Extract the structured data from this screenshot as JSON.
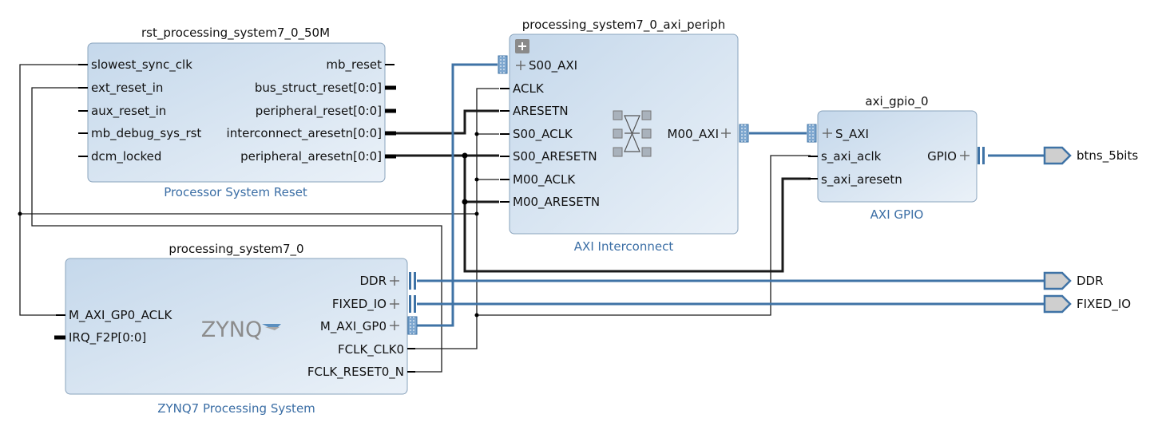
{
  "blocks": {
    "rst": {
      "instance": "rst_processing_system7_0_50M",
      "type": "Processor System Reset",
      "inputs": [
        "slowest_sync_clk",
        "ext_reset_in",
        "aux_reset_in",
        "mb_debug_sys_rst",
        "dcm_locked"
      ],
      "outputs": [
        "mb_reset",
        "bus_struct_reset[0:0]",
        "peripheral_reset[0:0]",
        "interconnect_aresetn[0:0]",
        "peripheral_aresetn[0:0]"
      ]
    },
    "axi_periph": {
      "instance": "processing_system7_0_axi_periph",
      "type": "AXI Interconnect",
      "inputs": [
        "S00_AXI",
        "ACLK",
        "ARESETN",
        "S00_ACLK",
        "S00_ARESETN",
        "M00_ACLK",
        "M00_ARESETN"
      ],
      "outputs": [
        "M00_AXI"
      ]
    },
    "gpio": {
      "instance": "axi_gpio_0",
      "type": "AXI GPIO",
      "inputs": [
        "S_AXI",
        "s_axi_aclk",
        "s_axi_aresetn"
      ],
      "outputs": [
        "GPIO"
      ]
    },
    "ps7": {
      "instance": "processing_system7_0",
      "type": "ZYNQ7 Processing System",
      "logo": "ZYNQ",
      "inputs": [
        "M_AXI_GP0_ACLK",
        "IRQ_F2P[0:0]"
      ],
      "outputs": [
        "DDR",
        "FIXED_IO",
        "M_AXI_GP0",
        "FCLK_CLK0",
        "FCLK_RESET0_N"
      ]
    }
  },
  "external_ports": [
    "btns_5bits",
    "DDR",
    "FIXED_IO"
  ],
  "colors": {
    "block_fill_top": "#c7d9ec",
    "block_fill_bottom": "#e8f0f8",
    "block_stroke": "#8aa4bd",
    "bus_wire": "#3f73a6",
    "net_wire": "#1a1a1a",
    "caption": "#3b6ea5",
    "port_fill": "#cfcfcf"
  },
  "icons": [
    "plus-icon",
    "crossbar-icon",
    "zynq-logo",
    "bus-port-icon",
    "external-port-icon",
    "expand-icon"
  ]
}
